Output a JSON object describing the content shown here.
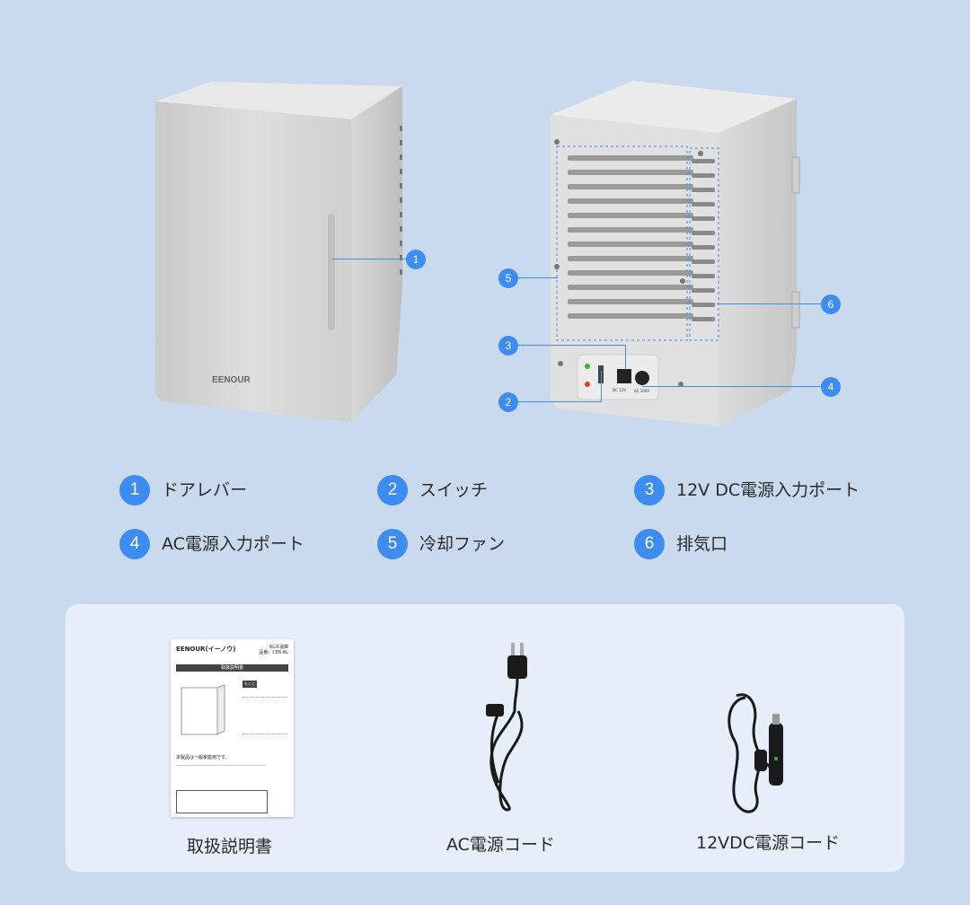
{
  "fridge_front": {
    "brand": "EENOUR"
  },
  "fridge_back": {
    "port_dc": "DC 12V",
    "port_ac": "AC 100V"
  },
  "markers": [
    "1",
    "5",
    "3",
    "2",
    "6",
    "4"
  ],
  "legend": [
    {
      "num": "1",
      "label": "ドアレバー"
    },
    {
      "num": "2",
      "label": "スイッチ"
    },
    {
      "num": "3",
      "label": "12V DC電源入力ポート"
    },
    {
      "num": "4",
      "label": "AC電源入力ポート"
    },
    {
      "num": "5",
      "label": "冷却ファン"
    },
    {
      "num": "6",
      "label": "排気口"
    }
  ],
  "accessories": {
    "manual": {
      "brand": "EENOUR(イーノウ)",
      "model": "6L冷温庫",
      "model_sub": "品番：CE6-6L",
      "title": "取扱説明書",
      "toc_title": "もくじ",
      "notice": "本製品は一般家庭用です。",
      "label": "取扱説明書"
    },
    "ac_cord": {
      "label": "AC電源コード"
    },
    "dc_cord": {
      "label": "12VDC電源コード"
    }
  },
  "colors": {
    "accent": "#3f8cf0",
    "background": "#c9d9ee",
    "panel": "#e6eef9"
  }
}
